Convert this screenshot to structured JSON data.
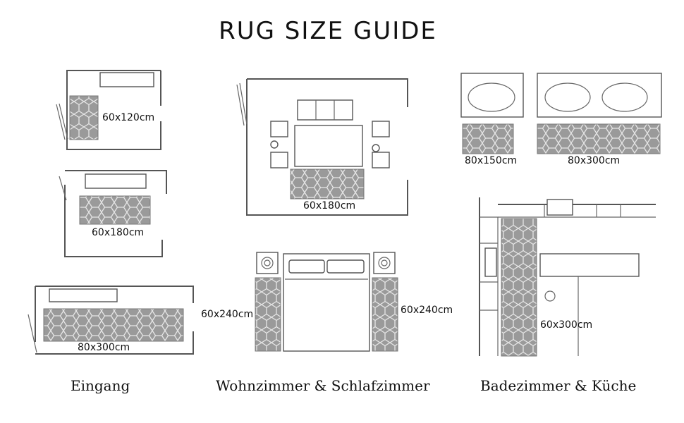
{
  "title": "RUG SIZE GUIDE",
  "colors": {
    "rug_fill": "#9a9a9a",
    "line": "#555555",
    "background": "#ffffff"
  },
  "rugs": {
    "entrance_small": "60x120cm",
    "entrance_medium": "60x180cm",
    "entrance_runner": "80x300cm",
    "living_room": "60x180cm",
    "bedroom_left": "60x240cm",
    "bedroom_right": "60x240cm",
    "bath_single": "80x150cm",
    "bath_double": "80x300cm",
    "kitchen": "60x300cm"
  },
  "captions": {
    "entrance": "Eingang",
    "living_bedroom": "Wohnzimmer & Schlafzimmer",
    "bath_kitchen": "Badezimmer & Küche"
  }
}
